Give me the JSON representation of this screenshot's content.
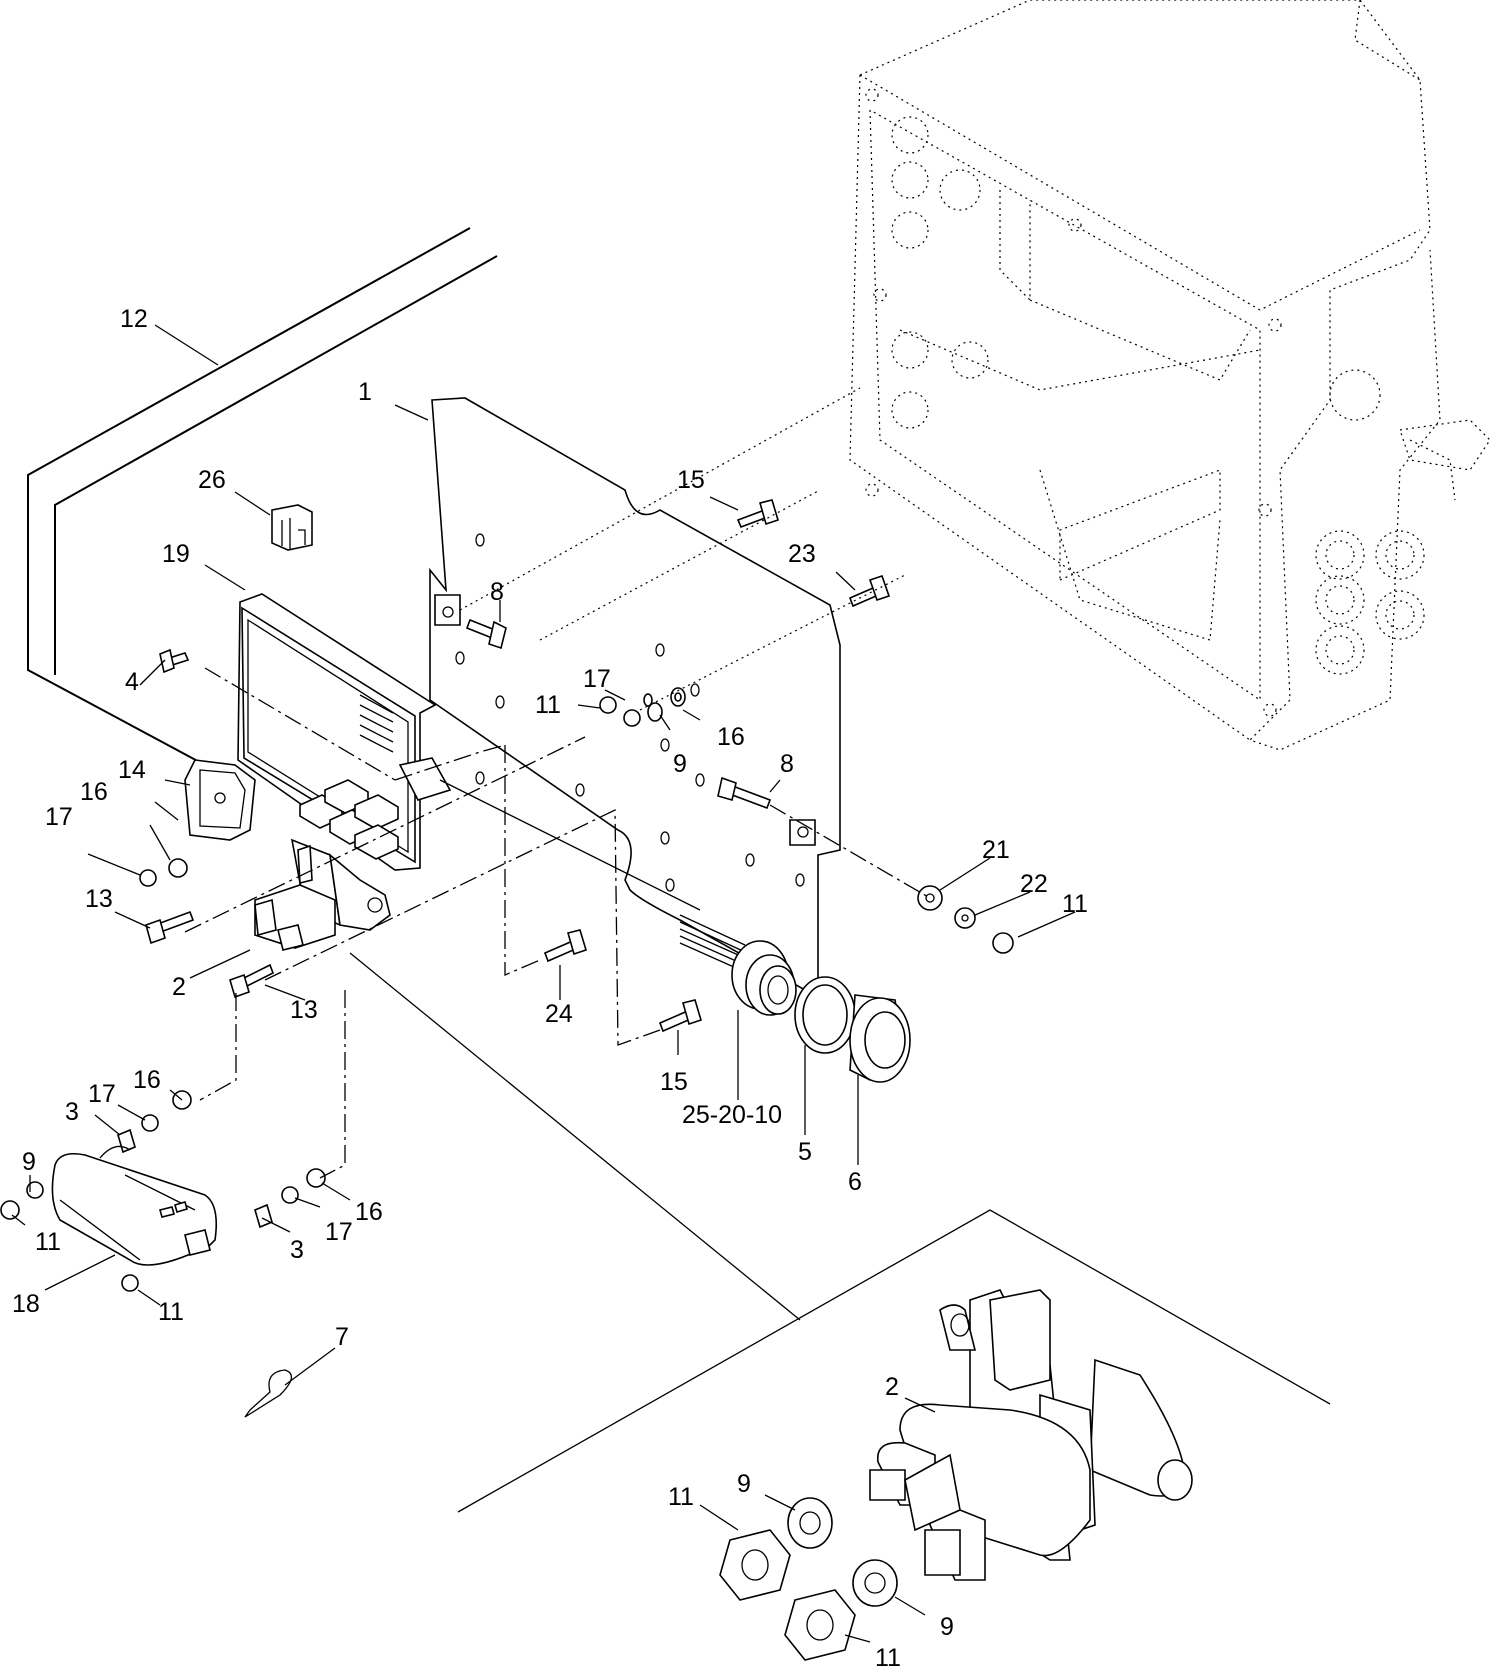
{
  "callouts": [
    {
      "id": "c-12",
      "text": "12"
    },
    {
      "id": "c-1",
      "text": "1"
    },
    {
      "id": "c-26",
      "text": "26"
    },
    {
      "id": "c-19",
      "text": "19"
    },
    {
      "id": "c-15a",
      "text": "15"
    },
    {
      "id": "c-23",
      "text": "23"
    },
    {
      "id": "c-8a",
      "text": "8"
    },
    {
      "id": "c-4",
      "text": "4"
    },
    {
      "id": "c-17a",
      "text": "17"
    },
    {
      "id": "c-11a",
      "text": "11"
    },
    {
      "id": "c-16a",
      "text": "16"
    },
    {
      "id": "c-9a",
      "text": "9"
    },
    {
      "id": "c-8b",
      "text": "8"
    },
    {
      "id": "c-14",
      "text": "14"
    },
    {
      "id": "c-16b",
      "text": "16"
    },
    {
      "id": "c-17b",
      "text": "17"
    },
    {
      "id": "c-21",
      "text": "21"
    },
    {
      "id": "c-22",
      "text": "22"
    },
    {
      "id": "c-11b",
      "text": "11"
    },
    {
      "id": "c-13a",
      "text": "13"
    },
    {
      "id": "c-2a",
      "text": "2"
    },
    {
      "id": "c-13b",
      "text": "13"
    },
    {
      "id": "c-24",
      "text": "24"
    },
    {
      "id": "c-15b",
      "text": "15"
    },
    {
      "id": "c-25-20-10",
      "text": "25-20-10"
    },
    {
      "id": "c-5",
      "text": "5"
    },
    {
      "id": "c-6",
      "text": "6"
    },
    {
      "id": "c-16c",
      "text": "16"
    },
    {
      "id": "c-17c",
      "text": "17"
    },
    {
      "id": "c-3a",
      "text": "3"
    },
    {
      "id": "c-9b",
      "text": "9"
    },
    {
      "id": "c-11c",
      "text": "11"
    },
    {
      "id": "c-16d",
      "text": "16"
    },
    {
      "id": "c-17d",
      "text": "17"
    },
    {
      "id": "c-3b",
      "text": "3"
    },
    {
      "id": "c-18",
      "text": "18"
    },
    {
      "id": "c-11d",
      "text": "11"
    },
    {
      "id": "c-7",
      "text": "7"
    },
    {
      "id": "c-2b",
      "text": "2"
    },
    {
      "id": "c-9c",
      "text": "9"
    },
    {
      "id": "c-11e",
      "text": "11"
    },
    {
      "id": "c-9d",
      "text": "9"
    },
    {
      "id": "c-11f",
      "text": "11"
    }
  ]
}
